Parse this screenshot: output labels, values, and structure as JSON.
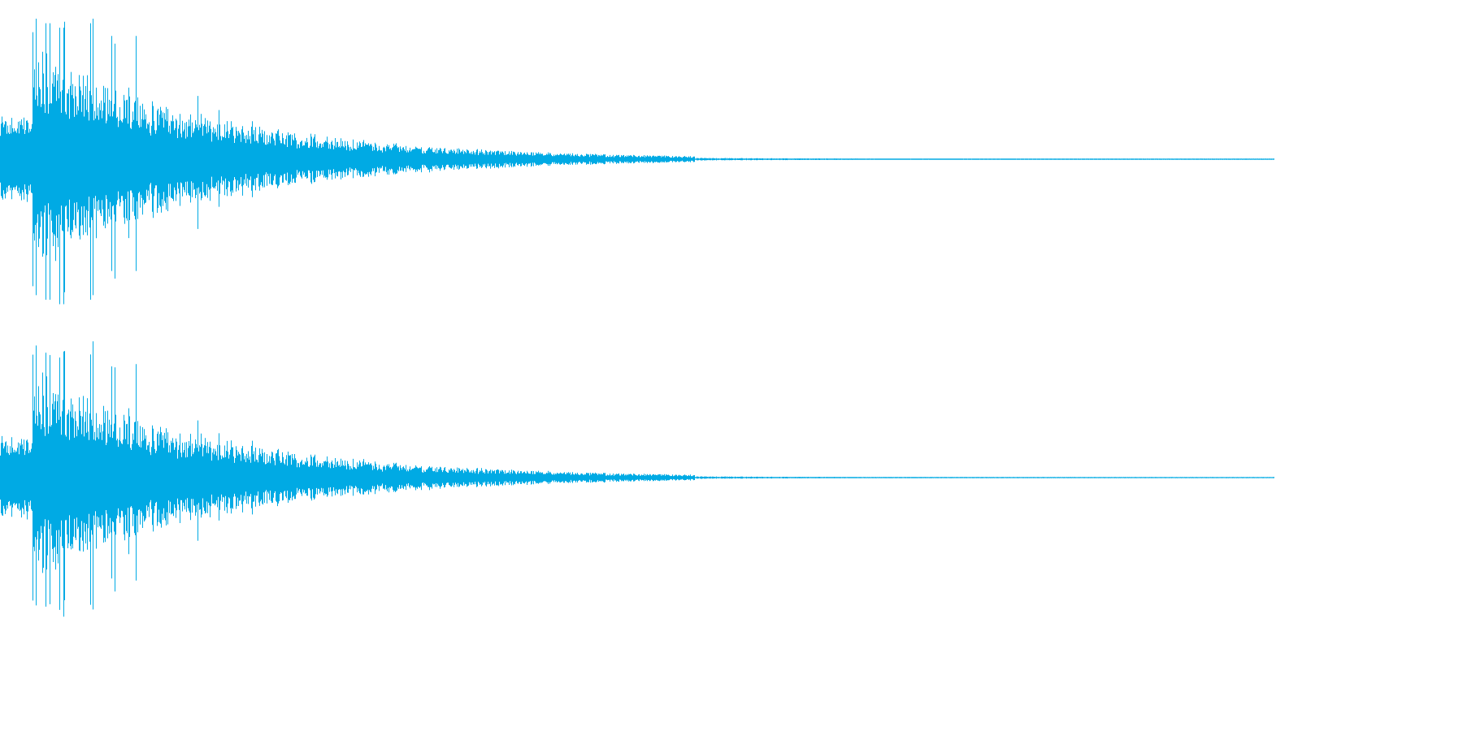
{
  "waveform": {
    "color": "#00aae4",
    "background": "#ffffff",
    "channels": [
      {
        "name": ""
      },
      {
        "name": ""
      }
    ],
    "envelope": {
      "peak": 1.0,
      "onset_fraction": 0.025,
      "decay_end_fraction": 0.545,
      "tail_fraction": 1.0
    }
  }
}
